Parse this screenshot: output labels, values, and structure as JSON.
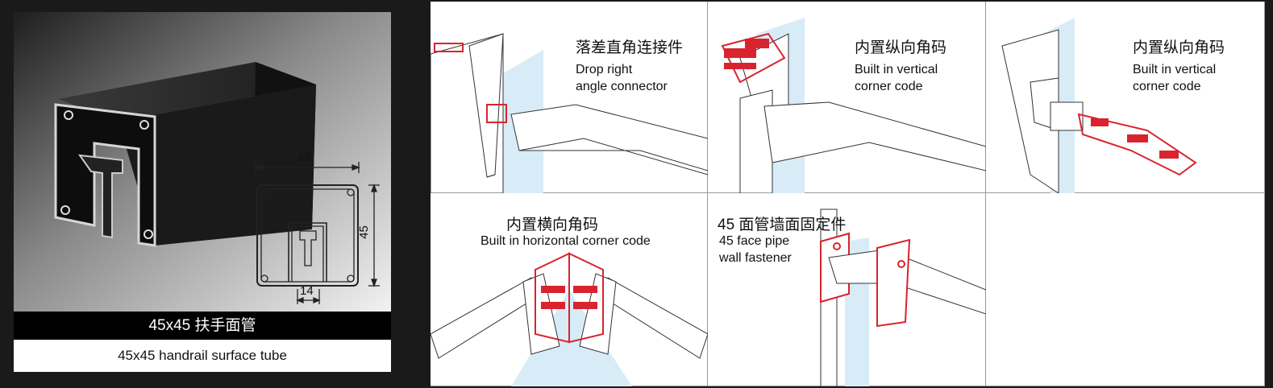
{
  "product": {
    "title_cn": "45x45 扶手面管",
    "title_en": "45x45 handrail surface tube",
    "dimension_width": "45",
    "dimension_height": "45",
    "dimension_slot": "14"
  },
  "panels": [
    {
      "label_cn": "落差直角连接件",
      "label_en_line1": "Drop right",
      "label_en_line2": "angle connector"
    },
    {
      "label_cn": "内置纵向角码",
      "label_en_line1": "Built in vertical",
      "label_en_line2": "corner code"
    },
    {
      "label_cn": "内置纵向角码",
      "label_en_line1": "Built in vertical",
      "label_en_line2": "corner code"
    },
    {
      "label_cn": "内置横向角码",
      "label_en_line1": "Built in horizontal corner code"
    },
    {
      "label_cn": "45 面管墙面固定件",
      "label_en_line1": "45 face pipe",
      "label_en_line2": "wall fastener"
    }
  ],
  "colors": {
    "accent": "#d9232e",
    "background": "#1a1a1a",
    "glass": "#d8ecf8",
    "profile": "#141414"
  }
}
